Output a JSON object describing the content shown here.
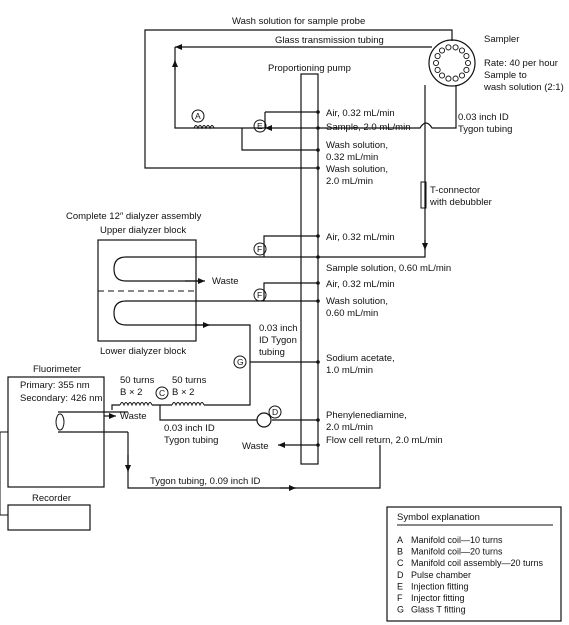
{
  "labels": {
    "wash_probe": "Wash solution for sample probe",
    "glass_tubing": "Glass transmission tubing",
    "pump": "Proportioning pump",
    "sampler": "Sampler",
    "rate": [
      "Rate: 40 per hour",
      "Sample to",
      "wash solution (2:1)"
    ],
    "tygon_003": [
      "0.03 inch ID",
      "Tygon tubing"
    ],
    "t_connector": [
      "T-connector",
      "with debubbler"
    ],
    "dialyzer_assembly": "Complete 12″ dialyzer assembly",
    "upper_block": "Upper dialyzer block",
    "lower_block": "Lower dialyzer block",
    "waste": "Waste",
    "tygon_id_vert": [
      "0.03 inch",
      "ID Tygon",
      "tubing"
    ],
    "fluorimeter": "Fluorimeter",
    "primary": "Primary: 355 nm",
    "secondary": "Secondary: 426 nm",
    "turns_left": [
      "50 turns",
      "B × 2"
    ],
    "turns_right": [
      "50 turns",
      "B × 2"
    ],
    "tygon_bottom": [
      "0.03 inch ID",
      "Tygon tubing"
    ],
    "tygon_009": "Tygon tubing, 0.09 inch ID",
    "recorder": "Recorder"
  },
  "pump_lines": {
    "air1": "Air, 0.32 mL/min",
    "sample1": "Sample, 2.0 mL/min",
    "wash1": [
      "Wash solution,",
      "0.32 mL/min"
    ],
    "wash2": [
      "Wash solution,",
      "2.0 mL/min"
    ],
    "air2": "Air, 0.32 mL/min",
    "sample_sol": "Sample solution, 0.60 mL/min",
    "air3": "Air, 0.32 mL/min",
    "wash3": [
      "Wash solution,",
      "0.60 mL/min"
    ],
    "sodium": [
      "Sodium acetate,",
      "1.0 mL/min"
    ],
    "phenyl": [
      "Phenylenediamine,",
      "2.0 mL/min"
    ],
    "flowcell": "Flow cell return, 2.0 mL/min"
  },
  "symbols": {
    "A": "A",
    "C": "C",
    "D": "D",
    "E": "E",
    "F": "F",
    "G": "G"
  },
  "legend": {
    "title": "Symbol explanation",
    "items": [
      {
        "key": "A",
        "text": "Manifold coil—10 turns"
      },
      {
        "key": "B",
        "text": "Manifold coil—20 turns"
      },
      {
        "key": "C",
        "text": "Manifold coil assembly—20 turns"
      },
      {
        "key": "D",
        "text": "Pulse chamber"
      },
      {
        "key": "E",
        "text": "Injection fitting"
      },
      {
        "key": "F",
        "text": "Injector fitting"
      },
      {
        "key": "G",
        "text": "Glass T fitting"
      }
    ]
  }
}
